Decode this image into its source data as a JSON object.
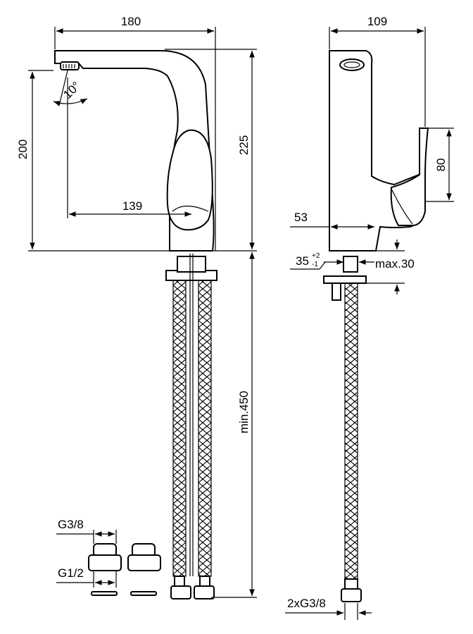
{
  "front_view": {
    "width_label": "180",
    "spout_height_label": "200",
    "total_height_label": "225",
    "reach_label": "139",
    "angle_label": "10°",
    "hose_length_label": "min.450"
  },
  "side_view": {
    "depth_label": "109",
    "handle_height_label": "80",
    "base_depth_label": "53",
    "hole_diameter_label": "35",
    "hole_tol_plus": "+2",
    "hole_tol_minus": "-1",
    "deck_thickness_label": "max.30",
    "connection_label": "2xG3/8"
  },
  "adapters": {
    "top_thread_label": "G3/8",
    "bottom_thread_label": "G1/2"
  }
}
